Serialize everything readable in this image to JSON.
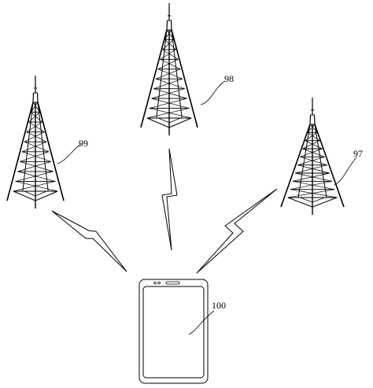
{
  "figure": {
    "towers": [
      {
        "id": "tower-98",
        "ref": "98"
      },
      {
        "id": "tower-99",
        "ref": "99"
      },
      {
        "id": "tower-97",
        "ref": "97"
      }
    ],
    "device": {
      "ref": "100"
    },
    "links": [
      "tower-99",
      "tower-98",
      "tower-97"
    ],
    "colors": {
      "line": "#000000",
      "background": "#ffffff"
    },
    "icons": [
      "cell-tower-icon",
      "lightning-bolt-icon",
      "smartphone-icon"
    ]
  }
}
